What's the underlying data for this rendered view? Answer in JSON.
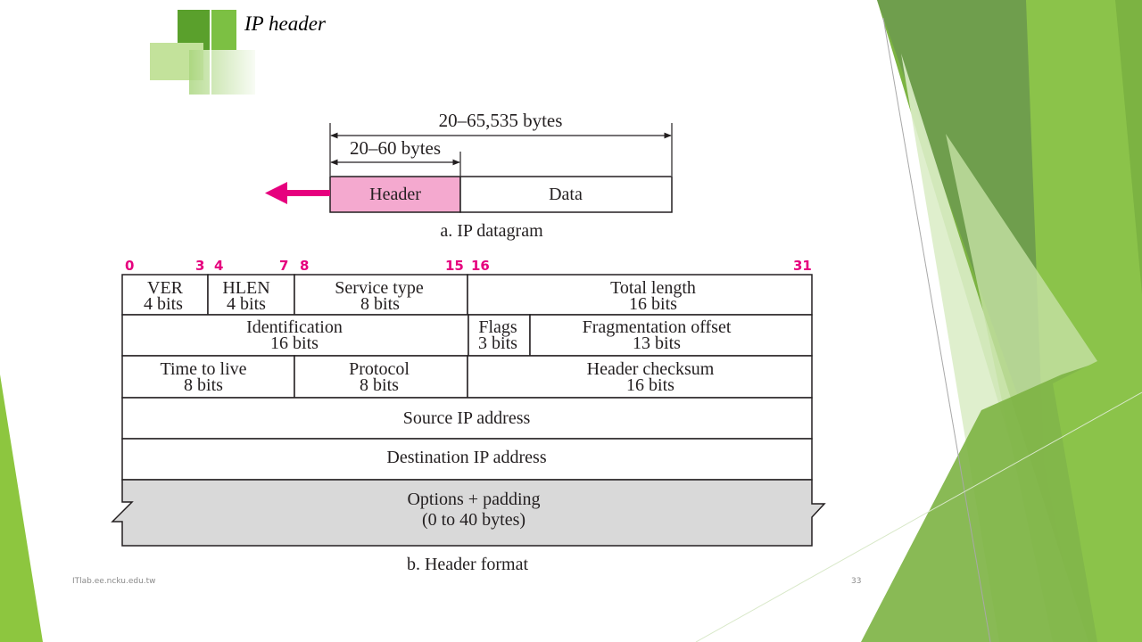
{
  "slide": {
    "title": "IP header",
    "footer_left": "ITlab.ee.ncku.edu.tw",
    "page_number": "33"
  },
  "colors": {
    "accent_green": "#7db833",
    "dark_green": "#5a9e2a",
    "header_pink": "#f4a9cf",
    "arrow_magenta": "#e6007e",
    "bit_label": "#e6007e",
    "options_gray": "#d9d9d9"
  },
  "datagram": {
    "total_label": "20–65,535 bytes",
    "header_label": "20–60 bytes",
    "header_box": "Header",
    "data_box": "Data",
    "caption": "a. IP datagram"
  },
  "format": {
    "bit_positions": {
      "b0": "0",
      "b3": "3",
      "b4": "4",
      "b7": "7",
      "b8": "8",
      "b15": "15",
      "b16": "16",
      "b31": "31"
    },
    "ver": {
      "name": "VER",
      "bits": "4 bits"
    },
    "hlen": {
      "name": "HLEN",
      "bits": "4 bits"
    },
    "service": {
      "name": "Service type",
      "bits": "8 bits"
    },
    "total_length": {
      "name": "Total length",
      "bits": "16 bits"
    },
    "identification": {
      "name": "Identification",
      "bits": "16 bits"
    },
    "flags": {
      "name": "Flags",
      "bits": "3 bits"
    },
    "frag_offset": {
      "name": "Fragmentation offset",
      "bits": "13 bits"
    },
    "ttl": {
      "name": "Time to live",
      "bits": "8 bits"
    },
    "protocol": {
      "name": "Protocol",
      "bits": "8 bits"
    },
    "checksum": {
      "name": "Header checksum",
      "bits": "16 bits"
    },
    "source": "Source IP address",
    "destination": "Destination IP address",
    "options": {
      "line1": "Options + padding",
      "line2": "(0 to 40 bytes)"
    },
    "caption": "b. Header format"
  }
}
